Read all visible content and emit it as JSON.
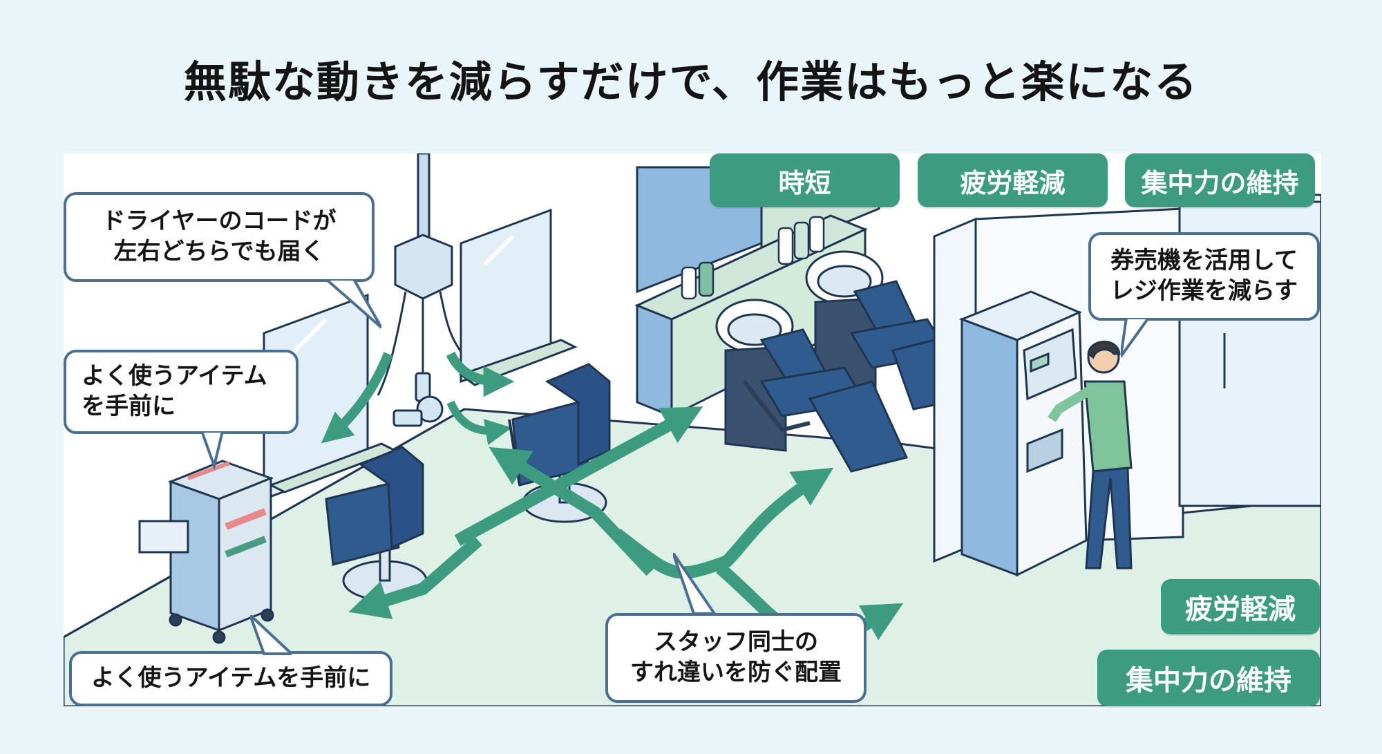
{
  "title": "無駄な動きを減らすだけで、作業はもっと楽になる",
  "badges_top": [
    {
      "label": "時短"
    },
    {
      "label": "疲労軽減"
    },
    {
      "label": "集中力の維持"
    }
  ],
  "badges_bottom": [
    {
      "label": "疲労軽減"
    },
    {
      "label": "集中力の維持"
    }
  ],
  "callouts": {
    "dryer": {
      "lines": [
        "ドライヤーのコードが",
        "左右どちらでも届く"
      ]
    },
    "items_near": {
      "lines": [
        "よく使うアイテム",
        "を手前に"
      ]
    },
    "items_near_bottom": {
      "lines": [
        "よく使うアイテムを手前に"
      ]
    },
    "staff_paths": {
      "lines": [
        "スタッフ同士の",
        "すれ違いを防ぐ配置"
      ]
    },
    "ticket_machine": {
      "lines": [
        "券売機を活用して",
        "レジ作業を減らす"
      ]
    }
  },
  "colors": {
    "accent_green": "#3d9c80",
    "chair_blue": "#2f5b8f",
    "outline": "#1f3550",
    "floor": "#dff1e7",
    "glass": "#d7e9f5"
  },
  "illustration": {
    "items": [
      "styling-chair",
      "styling-chair",
      "shampoo-chair",
      "shampoo-chair",
      "shampoo-sink",
      "shampoo-sink",
      "hair-dryer",
      "ceiling-cord-box",
      "mirror",
      "mirror",
      "tool-trolley",
      "ticket-machine",
      "customer-person",
      "staff-path-arrow"
    ]
  }
}
